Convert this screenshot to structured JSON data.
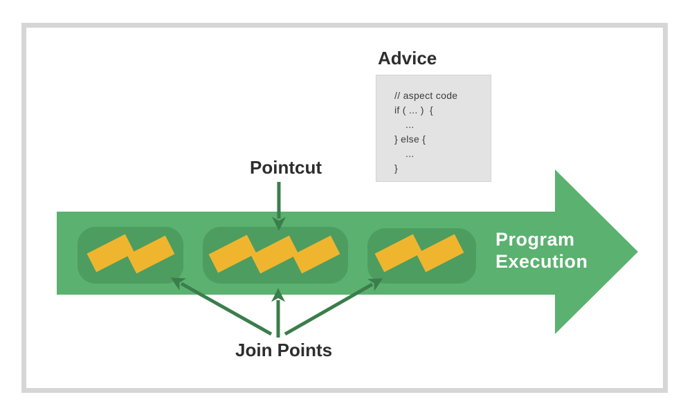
{
  "diagram": {
    "advice": {
      "label": "Advice",
      "code_lines": [
        "// aspect code",
        "if ( ... )  {",
        "...",
        "} else {",
        "...",
        "}"
      ]
    },
    "pointcut": {
      "label": "Pointcut"
    },
    "join_points": {
      "label": "Join Points"
    },
    "program_execution": {
      "line1": "Program",
      "line2": "Execution"
    },
    "groups": [
      {
        "name": "join-point-group-1",
        "block_count": 2
      },
      {
        "name": "join-point-group-2",
        "block_count": 3
      },
      {
        "name": "join-point-group-3",
        "block_count": 2
      }
    ],
    "colors": {
      "arrow_body_green": "#5BB16F",
      "group_green": "#4C9D5F",
      "annotation_arrow_green": "#3B7D4C",
      "block_yellow": "#F0B52F",
      "advice_box_gray": "#E3E3E3",
      "advice_box_border": "#D2D2D2",
      "frame_gray": "#D6D6D6",
      "text_dark": "#2D2D2D",
      "code_text": "#3A3A3A",
      "text_white": "#FFFFFF"
    }
  }
}
